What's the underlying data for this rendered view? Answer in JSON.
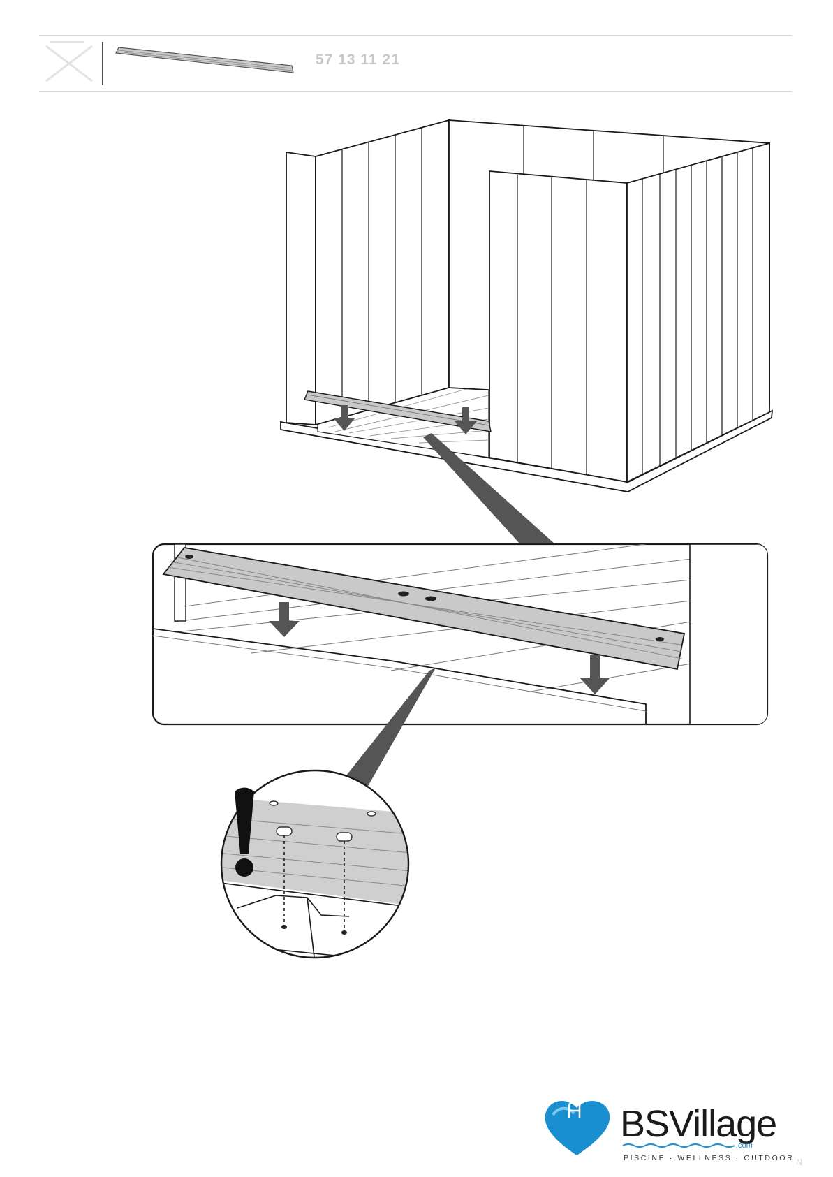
{
  "header": {
    "part_code": "57 13 11 21",
    "part_icon": "floor-rail-part"
  },
  "warning": {
    "icon": "exclamation-icon"
  },
  "logo": {
    "brand": "BSVillage",
    "dotcom": ".com",
    "tagline": "PISCINE · WELLNESS · OUTDOOR",
    "icon": "heart-pool-ladder-icon",
    "colors": {
      "heart": "#1a8fd0",
      "heart_light": "#7cc8ee",
      "text": "#1b1b1b"
    }
  },
  "footer": {
    "page_mark": "N"
  },
  "colors": {
    "rail": "#c9c9c9",
    "rail_dark": "#a9a9a9",
    "arrow": "#555555",
    "line": "#1a1a1a"
  }
}
